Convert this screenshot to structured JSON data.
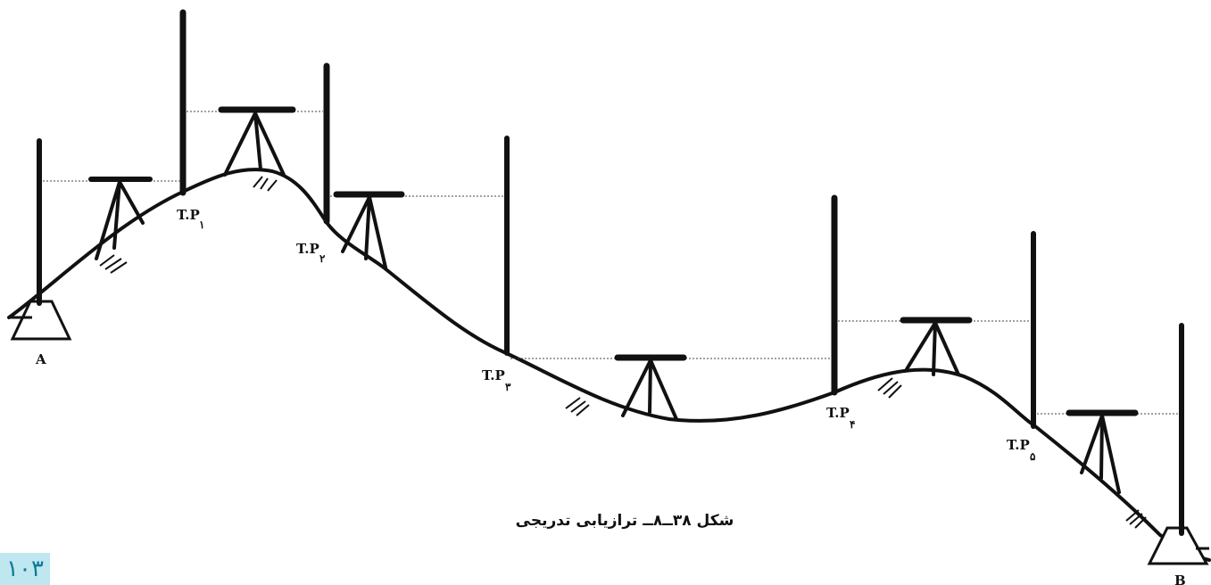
{
  "figure": {
    "caption": "شکل ۳۸ــ۸ــ ترازیابی تدریجی",
    "benchmark_start": "A",
    "benchmark_end": "B",
    "turning_points": [
      {
        "label": "T.P",
        "sub": "۱"
      },
      {
        "label": "T.P",
        "sub": "۲"
      },
      {
        "label": "T.P",
        "sub": "۳"
      },
      {
        "label": "T.P",
        "sub": "۴"
      },
      {
        "label": "T.P",
        "sub": "۵"
      }
    ]
  },
  "page": {
    "number": "۱۰۳"
  }
}
